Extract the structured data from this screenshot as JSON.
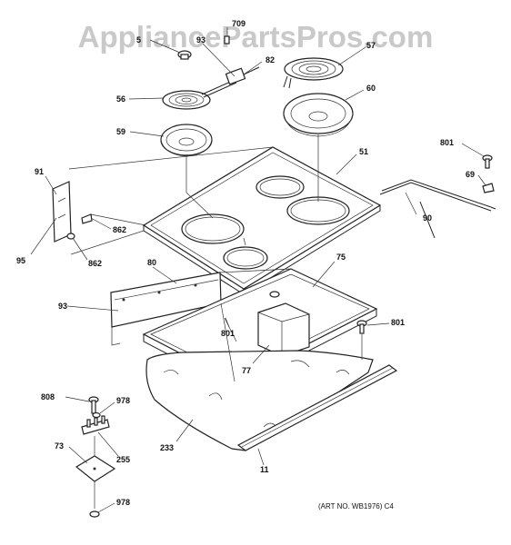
{
  "watermark": "AppliancePartsPros.com",
  "art_number": "(ART NO. WB1976) C4",
  "callouts": {
    "c5": "5",
    "c709": "709",
    "c93_top": "93",
    "c57": "57",
    "c82": "82",
    "c56": "56",
    "c60": "60",
    "c59": "59",
    "c51": "51",
    "c801_a": "801",
    "c69": "69",
    "c91": "91",
    "c90": "90",
    "c862_a": "862",
    "c95": "95",
    "c862_b": "862",
    "c80": "80",
    "c75": "75",
    "c93": "93",
    "c801_b": "801",
    "c801_c": "801",
    "c77": "77",
    "c808": "808",
    "c978_a": "978",
    "c73": "73",
    "c233": "233",
    "c255": "255",
    "c11": "11",
    "c978_b": "978"
  }
}
